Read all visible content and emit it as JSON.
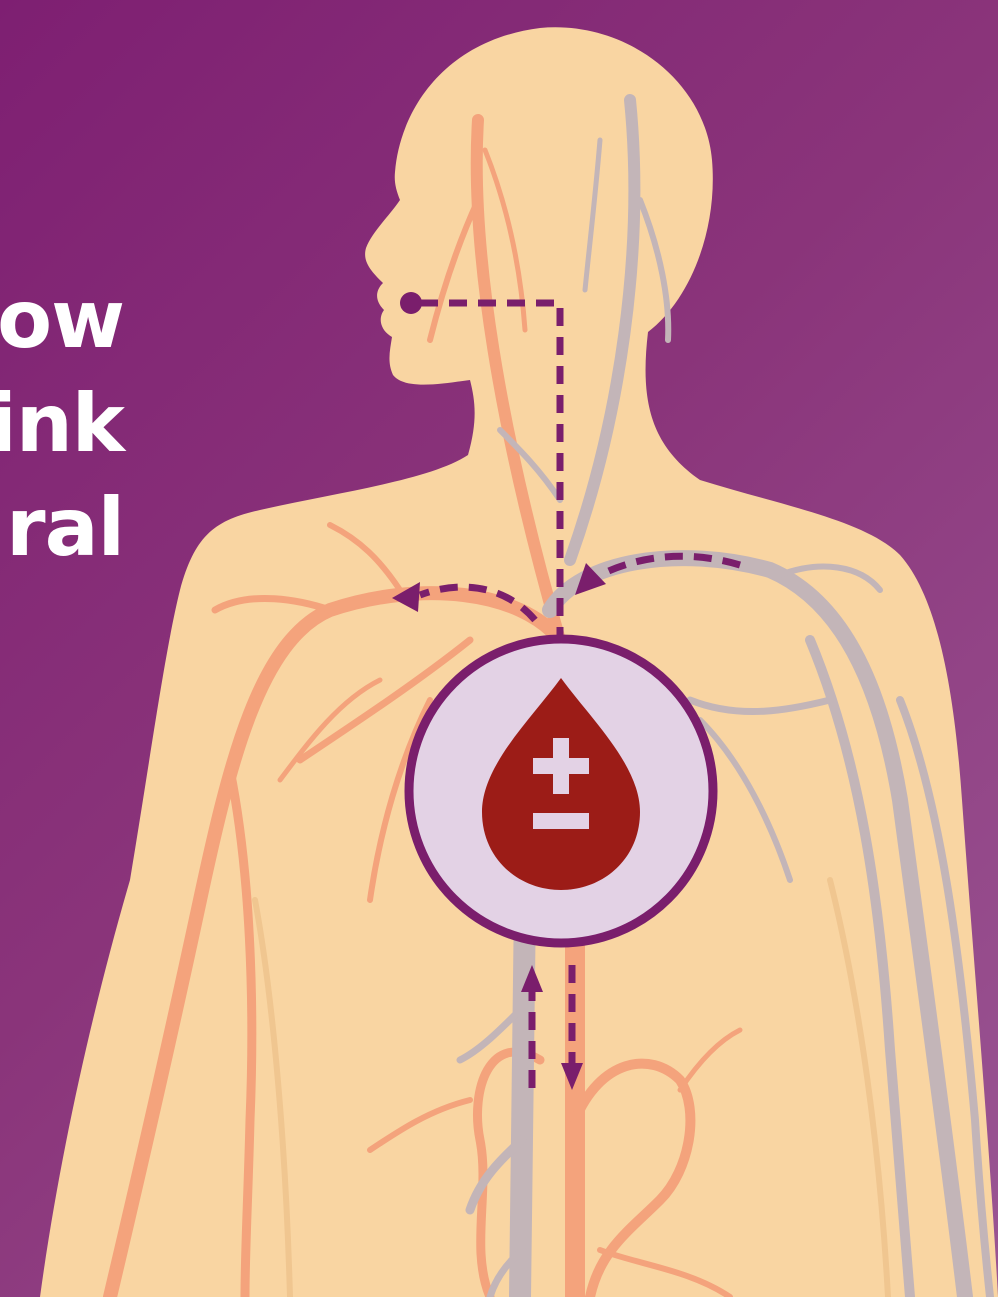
{
  "headline": {
    "lines": [
      "ow",
      "ink",
      "ral"
    ]
  },
  "colors": {
    "background_start": "#7e1f72",
    "background_end": "#9a5593",
    "skin": "#f9d5a2",
    "artery": "#f4a37c",
    "vein": "#c3b5b8",
    "flow_arrow": "#7a1e6c",
    "circle_fill": "#e3d2e5",
    "circle_border": "#7a1e6c",
    "blood_drop": "#9c1c17",
    "drop_symbol": "#e3d2e5"
  },
  "icons": {
    "center": "blood-drop-plus-minus-icon",
    "mouth_marker": "dot-marker-icon"
  }
}
